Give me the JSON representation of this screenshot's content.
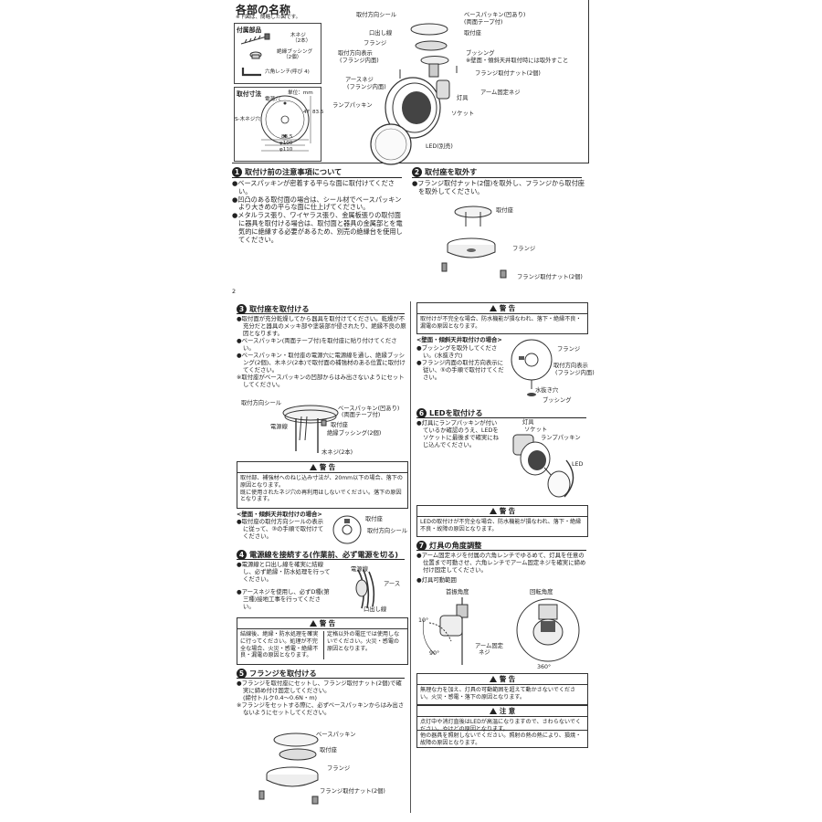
{
  "page_number": "2",
  "parts": {
    "title": "各部の名称",
    "note": "※下図は、簡略した図です。",
    "accessories_title": "付属部品",
    "accessories": [
      "木ネジ",
      "（2本）",
      "絶縁ブッシング",
      "（2個）",
      "六角レンチ(呼び 4)"
    ],
    "dims_title": "取付寸法",
    "dims_unit": "単位：mm",
    "dims_labels": [
      "電源穴",
      "S-木ネジ穴",
      "47",
      "83.5",
      "83.5",
      "φ100",
      "φ110"
    ],
    "labels": {
      "l1": "取付方向シール",
      "l2": "ベースパッキン(凹あり)",
      "l2b": "(両面テープ付)",
      "l3": "取付座",
      "l4": "口出し線",
      "l5": "フランジ",
      "l6": "取付方向表示",
      "l6b": "(フランジ内面)",
      "l7": "ブッシング",
      "l7b": "※壁面・傾斜天井取付時には取外すこと",
      "l8": "フランジ取付ナット(2個)",
      "l9": "アースネジ",
      "l9b": "(フランジ内面)",
      "l10": "アーム固定ネジ",
      "l11": "灯具",
      "l12": "ランプパッキン",
      "l13": "ソケット",
      "l14": "LED(別売)"
    }
  },
  "s1": {
    "num": "1",
    "title": "取付け前の注意事項について",
    "items": [
      "●ベースパッキンが密着する平らな面に取付けてください。",
      "●凹凸のある取付面の場合は、シール材でベースパッキンより大きめの平らな面に仕上げてください。",
      "●メタルラス張り、ワイヤラス張り、金属板張りの取付面に器具を取付ける場合は、取付面と器具の金属部とを電気的に絶縁する必要があるため、別売の絶縁台を使用してください。"
    ]
  },
  "s2": {
    "num": "2",
    "title": "取付座を取外す",
    "items": [
      "●フランジ取付ナット(2個)を取外し、フランジから取付座を取外してください。"
    ],
    "labels": [
      "取付座",
      "フランジ",
      "フランジ取付ナット(2個)"
    ]
  },
  "s3": {
    "num": "3",
    "title": "取付座を取付ける",
    "items": [
      "●取付面が充分乾燥してから器具を取付けてください。乾燥が不充分だと器具のメッキ部や塗装部が侵されたり、絶縁不良の原因となります。",
      "●ベースパッキン(両面テープ付)を取付座に貼り付けてください。",
      "●ベースパッキン・取付座の電源穴に電源線を通し、絶縁ブッシング(2個)、木ネジ(2本)で取付面の補強材のある位置に取付けてください。",
      "※取付座がベースパッキンの凹部からはみ出さないようにセットしてください。"
    ],
    "labels": [
      "取付方向シール",
      "ベースパッキン(凹あり)",
      "(両面テープ付)",
      "電源線",
      "取付座",
      "絶縁ブッシング(2個)",
      "木ネジ(2本)"
    ],
    "warning_title": "警 告",
    "warning": [
      "取付部、補強材へのねじ込み寸法が、20mm以下の場合、落下の原因となります。",
      "既に使用されたネジ穴の再利用はしないでください。落下の原因となります。"
    ],
    "wall_title": "<壁面・傾斜天井取付けの場合>",
    "wall_items": [
      "●取付座の取付方向シールの表示に従って、③の手順で取付けてください。"
    ],
    "wall_labels": [
      "取付座",
      "取付方向シール"
    ]
  },
  "s4": {
    "num": "4",
    "title": "電源線を接続する(作業前、必ず電源を切る)",
    "items": [
      "●電源線と口出し線を確実に結線し、必ず絶縁・防水処理を行ってください。",
      "●アースネジを使用し、必ずD種(第三種)接地工事を行ってください。"
    ],
    "labels": [
      "電源線",
      "アース",
      "口出し線"
    ],
    "warning_title": "警 告",
    "warning_left": "結線後、絶縁・防水処理を確実に行ってください。処理が不完全な場合、火災・感電・絶縁不良・漏電の原因となります。",
    "warning_right": "定格以外の電圧では使用しないでください。火災・感電の原因となります。"
  },
  "s5": {
    "num": "5",
    "title": "フランジを取付ける",
    "items": [
      "●フランジを取付座にセットし、フランジ取付ナット(2個)で確実に締め付け固定してください。",
      "(締付トルク0.4～0.6N・m)",
      "※フランジをセットする際に、必ずベースパッキンからはみ出さないようにセットしてください。"
    ],
    "labels": [
      "ベースパッキン",
      "取付座",
      "フランジ",
      "フランジ取付ナット(2個)"
    ]
  },
  "r1": {
    "warning_title": "警 告",
    "warning": "取付けが不完全な場合、防水機能が損なわれ、落下・絶縁不良・漏電の原因となります。",
    "wall_title": "<壁面・傾斜天井取付けの場合>",
    "wall_items": [
      "●ブッシングを取外してください。(水抜き穴)",
      "●フランジ内面の取付方向表示に従い、⑤の手順で取付けてください。"
    ],
    "labels": [
      "フランジ",
      "取付方向表示",
      "(フランジ内面)",
      "水抜き穴",
      "ブッシング"
    ]
  },
  "s6": {
    "num": "6",
    "title": "LEDを取付ける",
    "items": [
      "●灯具にランプパッキンが付いているか確認のうえ、LEDをソケットに最後まで確実にねじ込んでください。"
    ],
    "labels": [
      "灯具",
      "ソケット",
      "ランプパッキン",
      "LED"
    ],
    "warning_title": "警 告",
    "warning": "LEDの取付けが不完全な場合、防水機能が損なわれ、落下・絶縁不良・故障の原因となります。"
  },
  "s7": {
    "num": "7",
    "title": "灯具の角度調整",
    "items": [
      "●アーム固定ネジを付属の六角レンチでゆるめて、灯具を任意の位置まで可動させ、六角レンチでアーム固定ネジを確実に締め付け固定してください。"
    ],
    "range_title": "●灯具可動範囲",
    "tilt_label": "首振角度",
    "rotate_label": "回転角度",
    "angles": [
      "10°",
      "90°",
      "360°"
    ],
    "arm_label": [
      "アーム固定",
      "ネジ"
    ],
    "warning_title": "警 告",
    "warning": "無理な力を加え、灯具の可動範囲を超えて動かさないでください。火災・感電・落下の原因となります。",
    "caution_title": "注 意",
    "caution": [
      "点灯中や消灯直後はLEDが高温になりますので、さわらないでください。やけどの原因となります。",
      "他の器具を照射しないでください。照射の熱の熱により、損焼・故障の原因となります。"
    ]
  }
}
